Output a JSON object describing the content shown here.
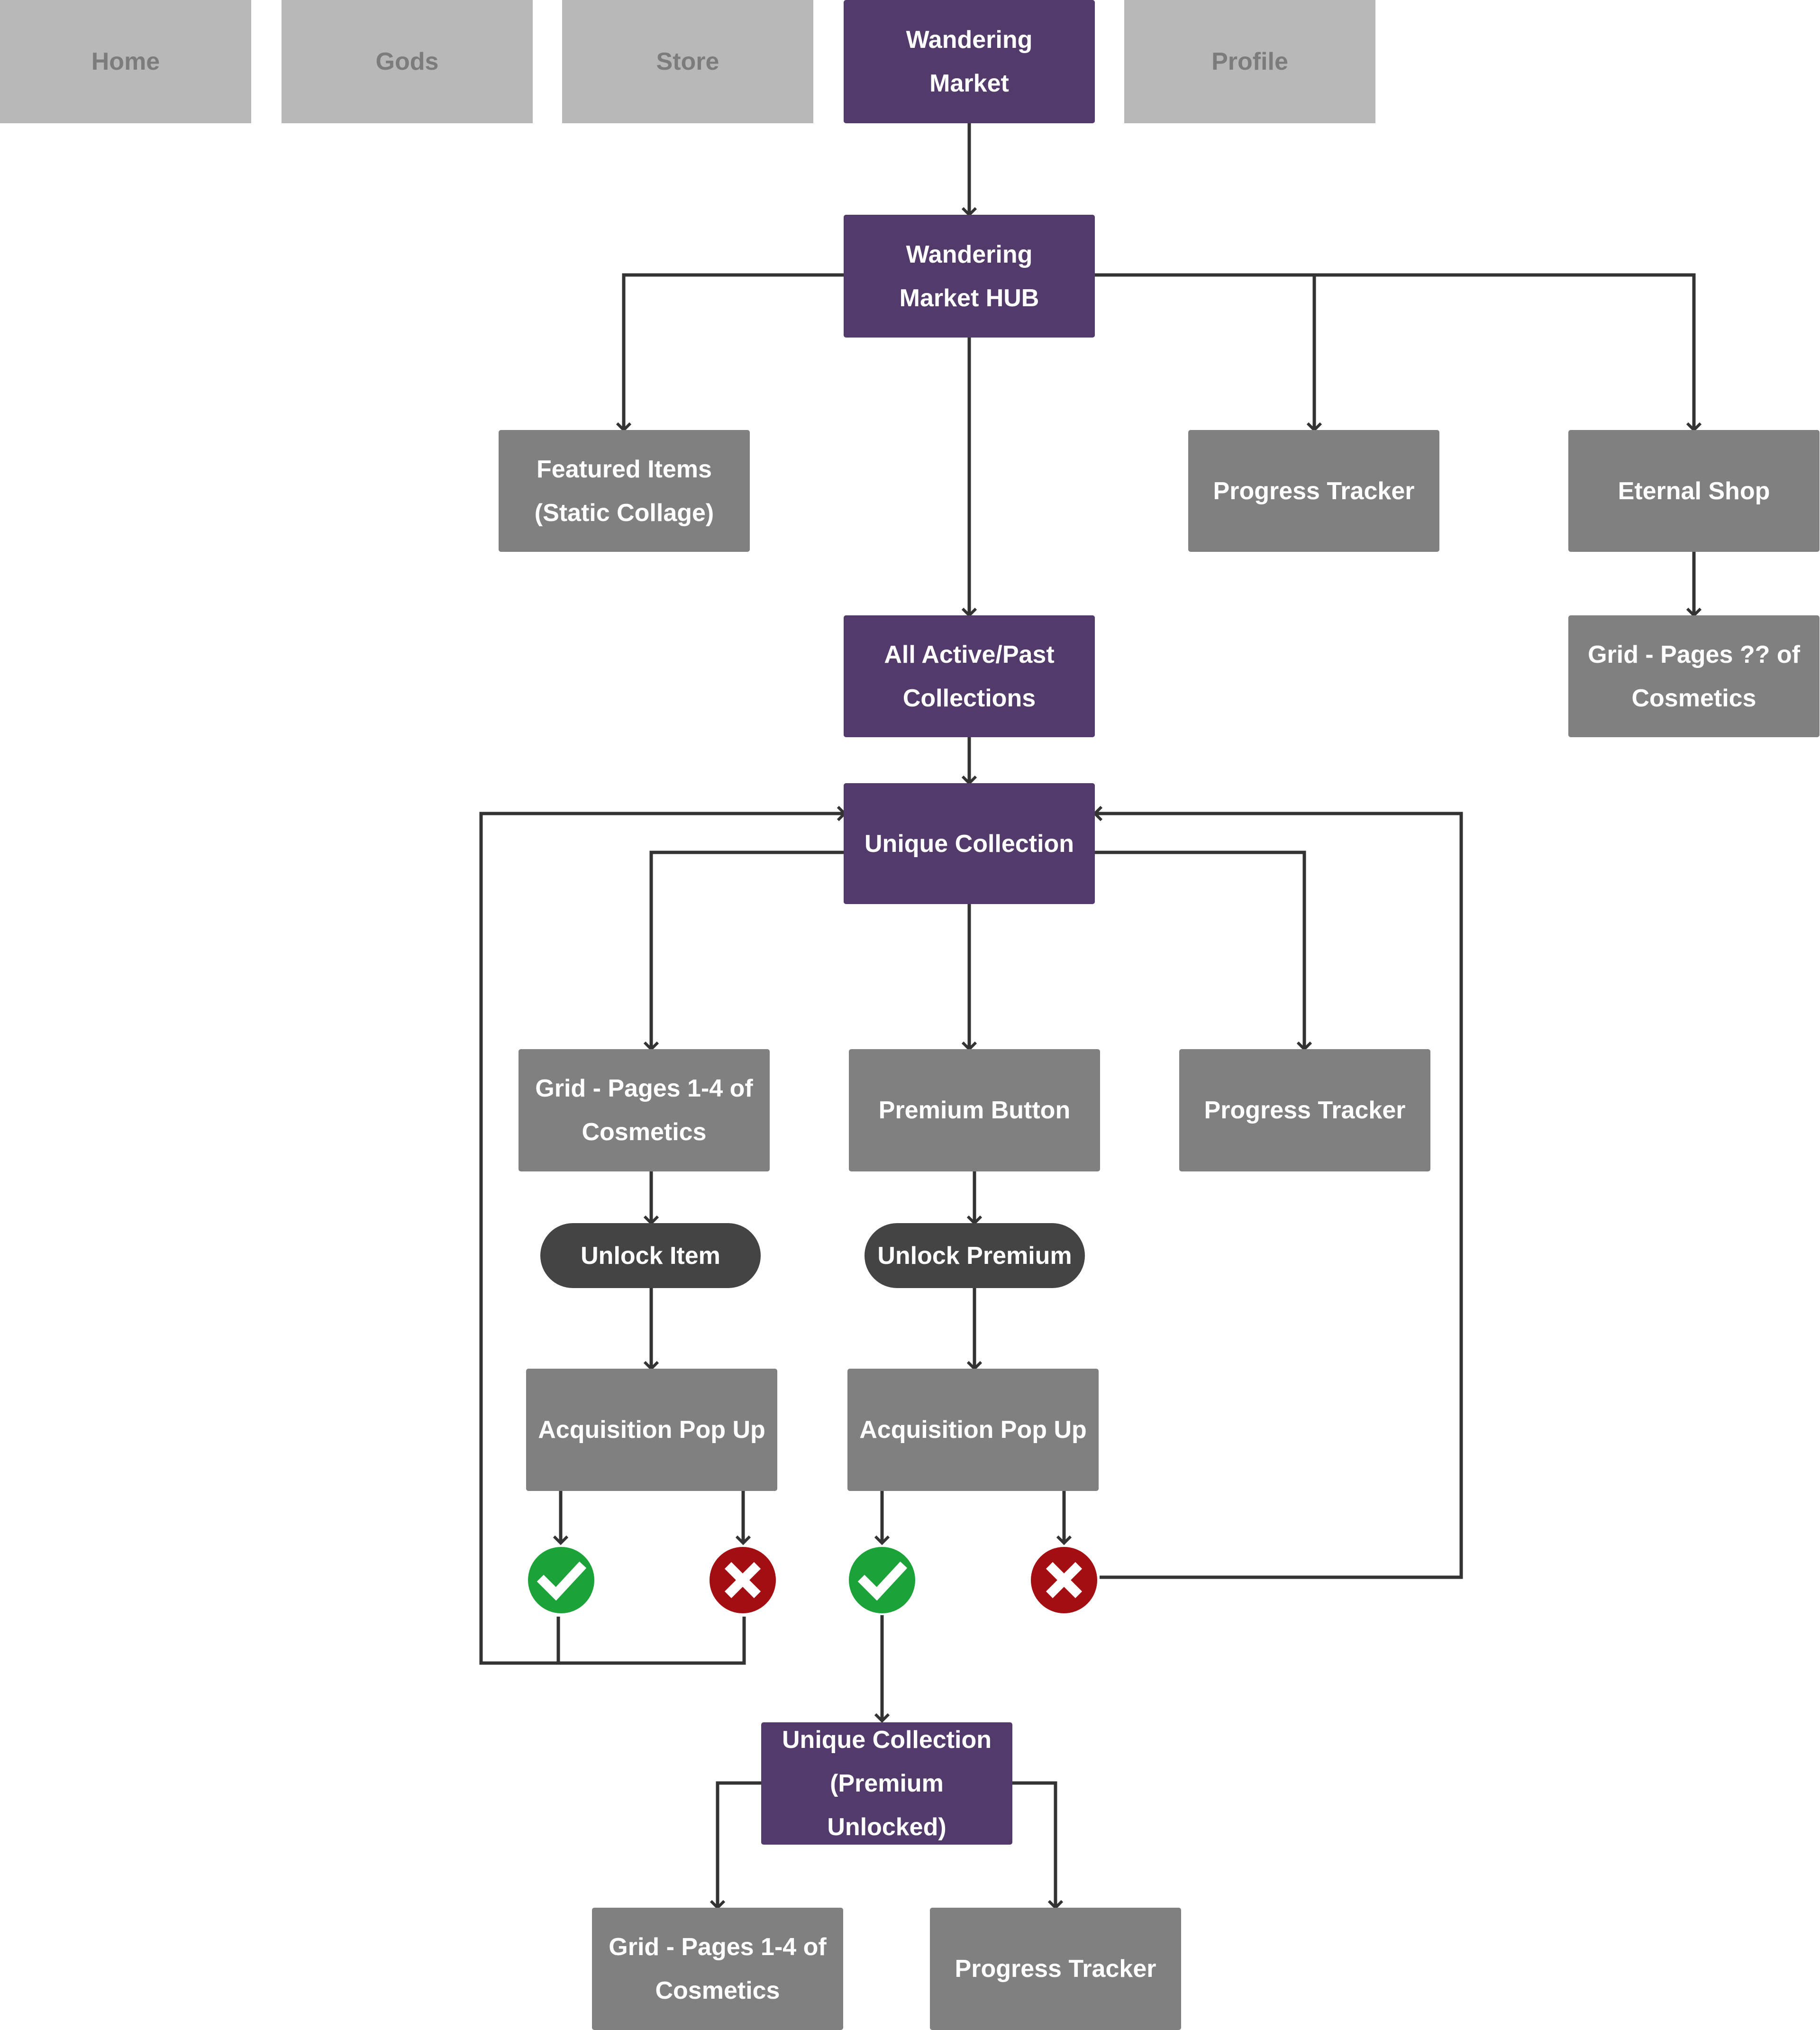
{
  "nav": {
    "home": "Home",
    "gods": "Gods",
    "store": "Store",
    "wandering_market": "Wandering\nMarket",
    "profile": "Profile"
  },
  "nodes": {
    "hub": "Wandering\nMarket HUB",
    "featured_items": "Featured  Items\n(Static Collage)",
    "progress_tracker_top": "Progress Tracker",
    "eternal_shop": "Eternal Shop",
    "grid_eternal": "Grid - Pages ?? of\nCosmetics",
    "all_collections": "All Active/Past\nCollections",
    "unique_collection": "Unique Collection",
    "grid_pages": "Grid - Pages 1-4 of\nCosmetics",
    "premium_button": "Premium Button",
    "progress_tracker_mid": "Progress Tracker",
    "unlock_item": "Unlock Item",
    "unlock_premium": "Unlock Premium",
    "acquisition_left": "Acquisition Pop Up",
    "acquisition_right": "Acquisition Pop Up",
    "unique_collection_premium": "Unique Collection\n(Premium Unlocked)",
    "grid_pages_bottom": "Grid - Pages 1-4 of\nCosmetics",
    "progress_tracker_bottom": "Progress Tracker"
  },
  "icons": {
    "success": "check-circle-icon",
    "failure": "x-circle-icon"
  },
  "colors": {
    "nav_inactive": "#b8b8b8",
    "nav_text": "#7c7c7c",
    "purple": "#523a6a",
    "gray": "#808080",
    "pill": "#444444",
    "success": "#1ba33a",
    "failure": "#a30e12",
    "line": "#333333"
  }
}
